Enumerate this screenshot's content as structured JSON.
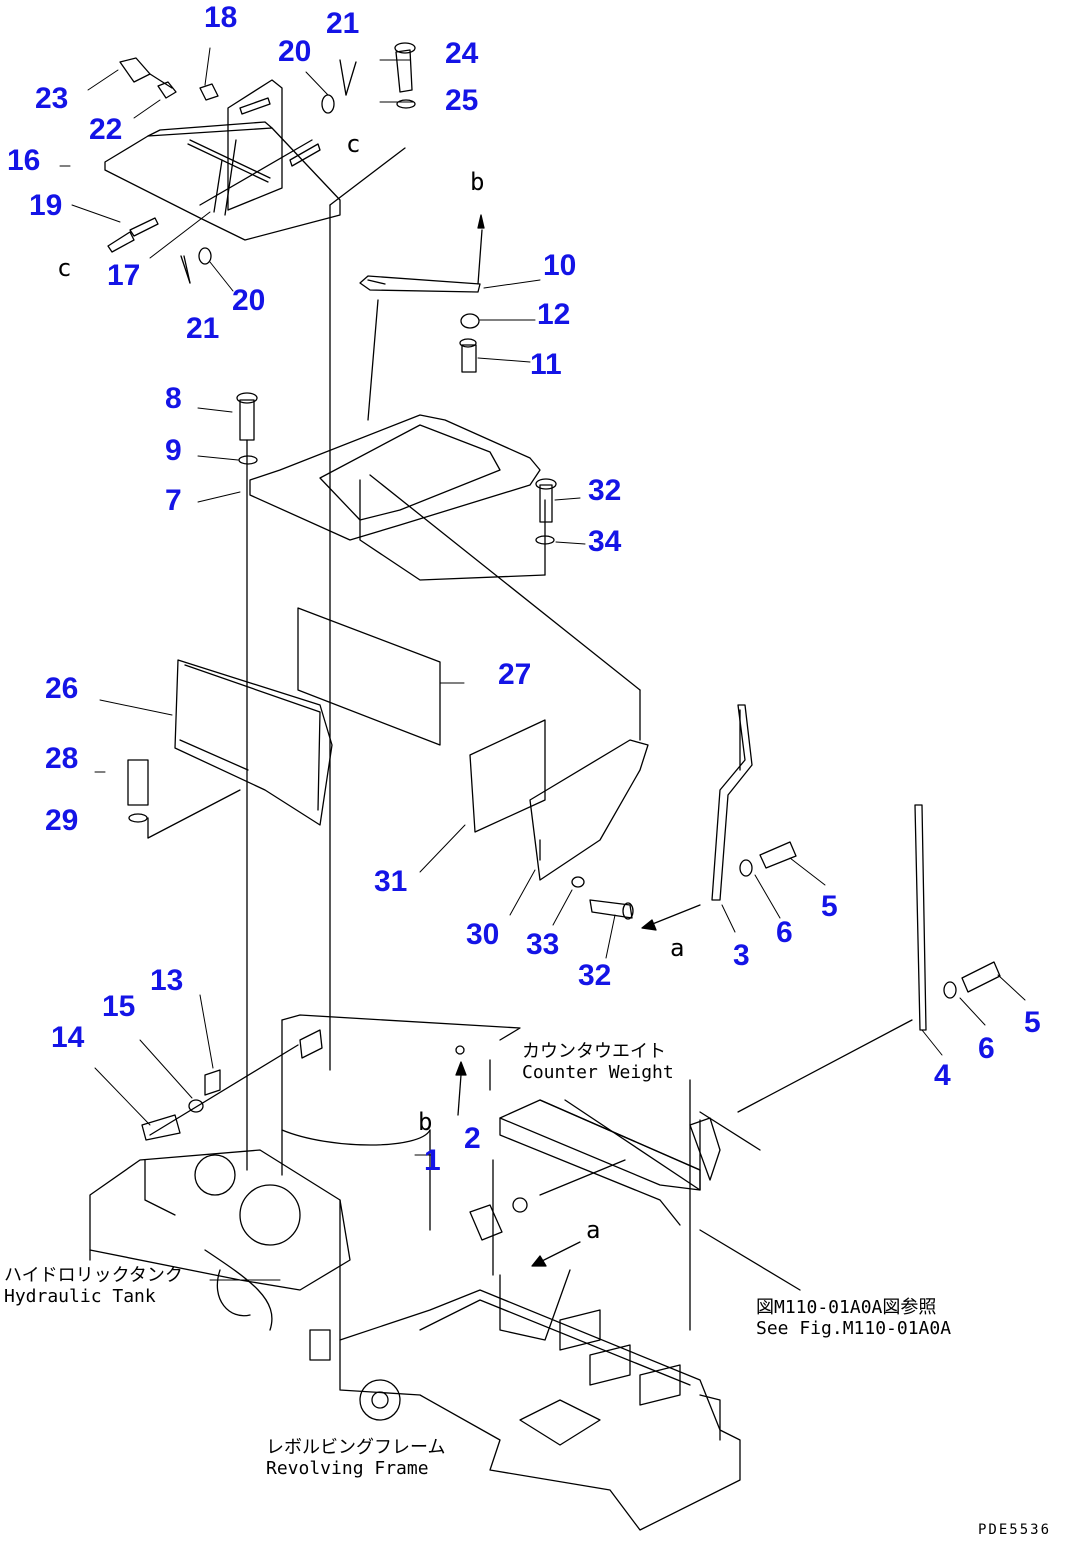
{
  "callouts": [
    "1",
    "2",
    "3",
    "4",
    "5",
    "5",
    "6",
    "6",
    "7",
    "8",
    "9",
    "10",
    "11",
    "12",
    "13",
    "14",
    "15",
    "16",
    "17",
    "18",
    "19",
    "20",
    "20",
    "21",
    "21",
    "22",
    "23",
    "24",
    "25",
    "26",
    "27",
    "28",
    "29",
    "30",
    "31",
    "32",
    "32",
    "33",
    "34"
  ],
  "letters": [
    "a",
    "a",
    "b",
    "b",
    "c",
    "c"
  ],
  "labels": {
    "counter_weight": {
      "jp": "カウンタウエイト",
      "en": "Counter Weight"
    },
    "hydraulic_tank": {
      "jp": "ハイドロリックタンク",
      "en": "Hydraulic Tank"
    },
    "see_fig": {
      "jp": "図M110-01A0A図参照",
      "en": "See Fig.M110-01A0A"
    },
    "revolving_frame": {
      "jp": "レボルビングフレーム",
      "en": "Revolving Frame"
    }
  },
  "drawing_code": "PDE5536",
  "colors": {
    "callout": "#1414e6",
    "line": "#000000",
    "background": "#ffffff"
  }
}
